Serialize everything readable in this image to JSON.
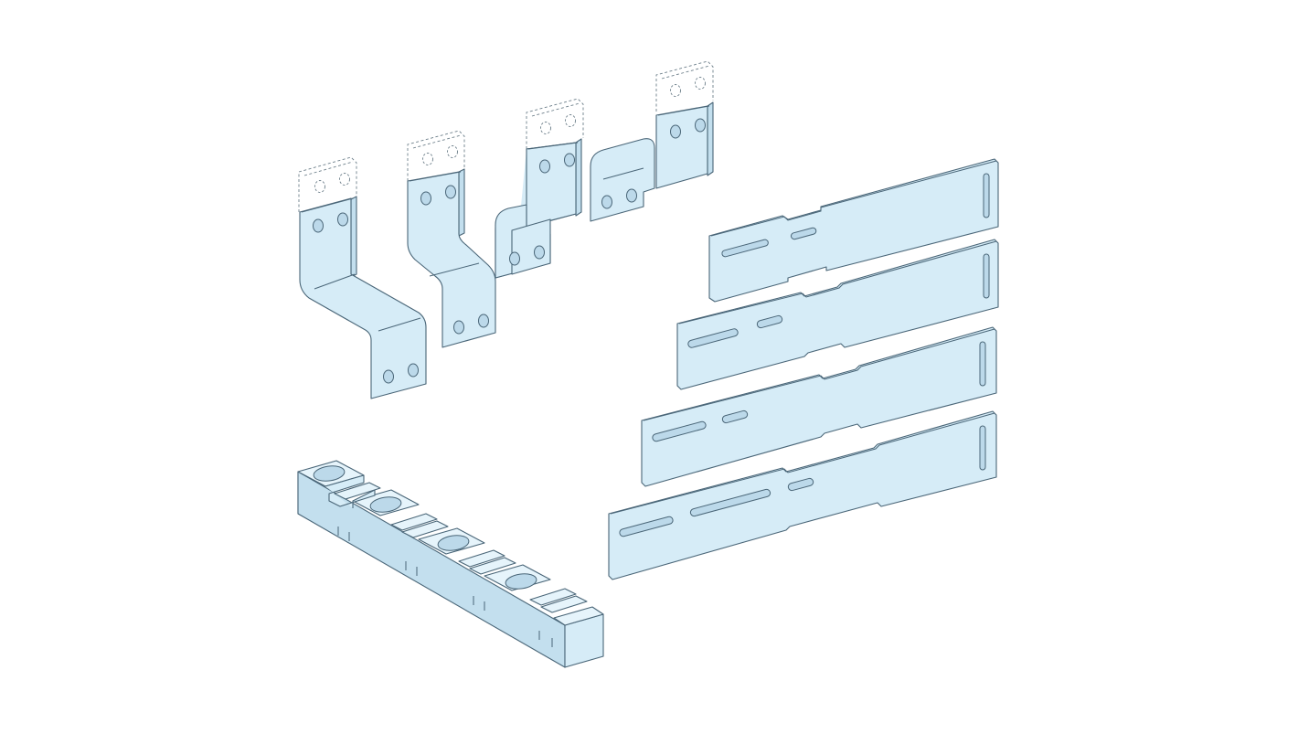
{
  "illustration": {
    "background_color": "#ffffff",
    "part_fill_color": "#d6ecf7",
    "part_outline_color": "#4a6678",
    "parts": {
      "connection_bars": {
        "count": 4
      },
      "flat_bars": {
        "count": 4
      },
      "busbar_support": {
        "slots": 4
      }
    }
  }
}
